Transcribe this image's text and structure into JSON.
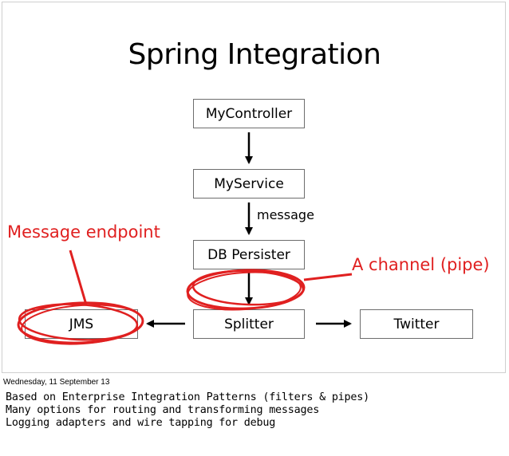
{
  "title": "Spring Integration",
  "nodes": {
    "controller": "MyController",
    "service": "MyService",
    "persister": "DB Persister",
    "splitter": "Splitter",
    "jms": "JMS",
    "twitter": "Twitter"
  },
  "edge_label": "message",
  "annotations": {
    "endpoint": "Message endpoint",
    "channel": "A channel (pipe)"
  },
  "accent_color": "#e02020",
  "footer": {
    "date": "Wednesday, 11 September 13",
    "notes": [
      "Based on Enterprise Integration Patterns (filters & pipes)",
      "Many options for routing and transforming messages",
      "Logging adapters and wire tapping for debug"
    ]
  }
}
